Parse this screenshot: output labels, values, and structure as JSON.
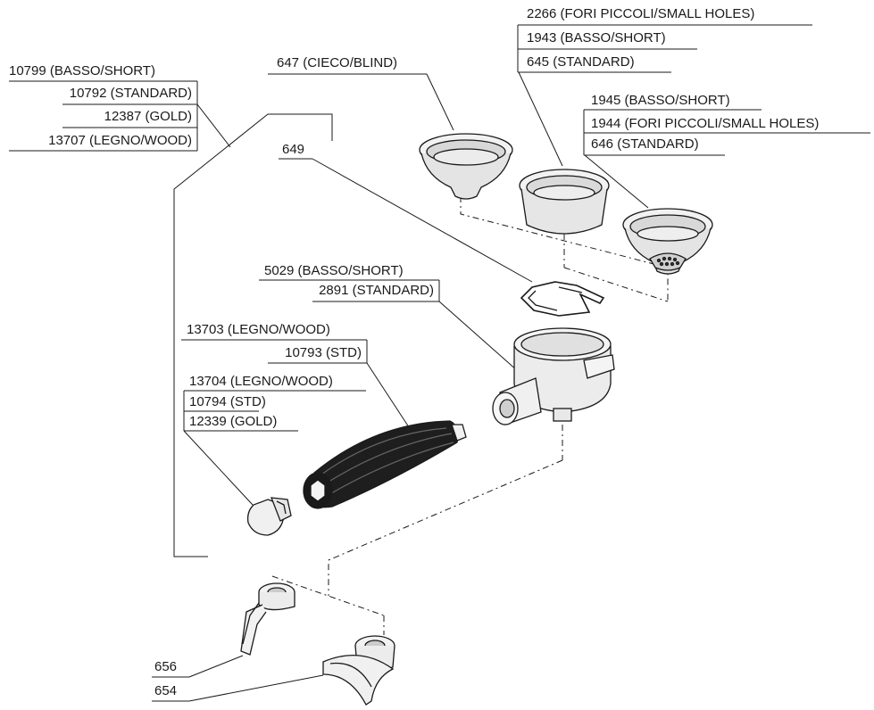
{
  "labels": {
    "handle_group": [
      "10799 (BASSO/SHORT)",
      "10792 (STANDARD)",
      "12387 (GOLD)",
      "13707 (LEGNO/WOOD)"
    ],
    "blind_basket": "647 (CIECO/BLIND)",
    "filter_mid": [
      "2266 (FORI PICCOLI/SMALL HOLES)",
      "1943 (BASSO/SHORT)",
      "645 (STANDARD)"
    ],
    "filter_right": [
      "1945 (BASSO/SHORT)",
      "1944 (FORI PICCOLI/SMALL HOLES)",
      "646 (STANDARD)"
    ],
    "spring": "649",
    "holder": [
      "5029 (BASSO/SHORT)",
      "2891 (STANDARD)"
    ],
    "grip": [
      "13703 (LEGNO/WOOD)",
      "10793 (STD)"
    ],
    "knob": [
      "13704 (LEGNO/WOOD)",
      "10794 (STD)",
      "12339 (GOLD)"
    ],
    "spout_single": "656",
    "spout_double": "654"
  }
}
